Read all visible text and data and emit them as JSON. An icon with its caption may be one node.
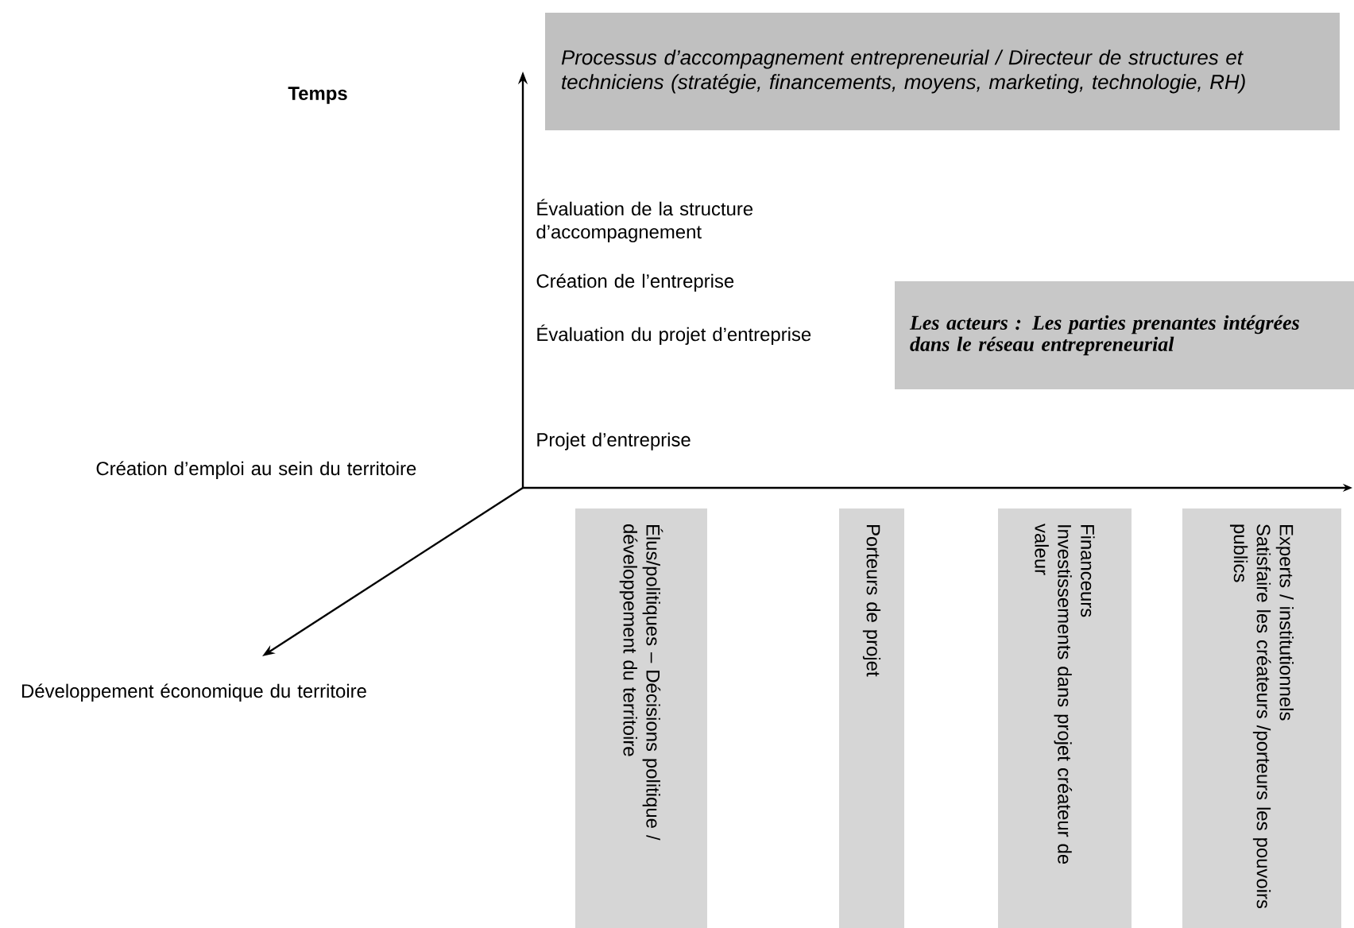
{
  "diagram": {
    "nodes": [
      {
        "text": [
          "Processus d’accompagnement entrepreneurial / Directeur de structures et techniciens (stratégie, financements, moyens, marketing, technologie, RH)"
        ]
      },
      {
        "text": [
          "Les acteurs : Les parties prenantes intégrées dans le réseau entrepreneurial"
        ]
      },
      {
        "text": [
          "Élus/politiques – Décisions politique / développement du territoire"
        ]
      },
      {
        "text": [
          "Porteurs de projet"
        ]
      },
      {
        "text": [
          "Financeurs",
          "Investissements dans projet créateur de valeur"
        ]
      },
      {
        "text": [
          "Experts / institutionnels",
          "Satisfaire les créateurs /porteurs les pouvoirs publics"
        ]
      }
    ],
    "labels": [
      "Temps",
      "Évaluation de la structure d’accompagnement",
      "Création de l’entreprise",
      "Évaluation du projet d’entreprise",
      "Projet d’entreprise",
      "Création d’emploi au sein du territoire",
      "Développement économique du territoire"
    ]
  }
}
